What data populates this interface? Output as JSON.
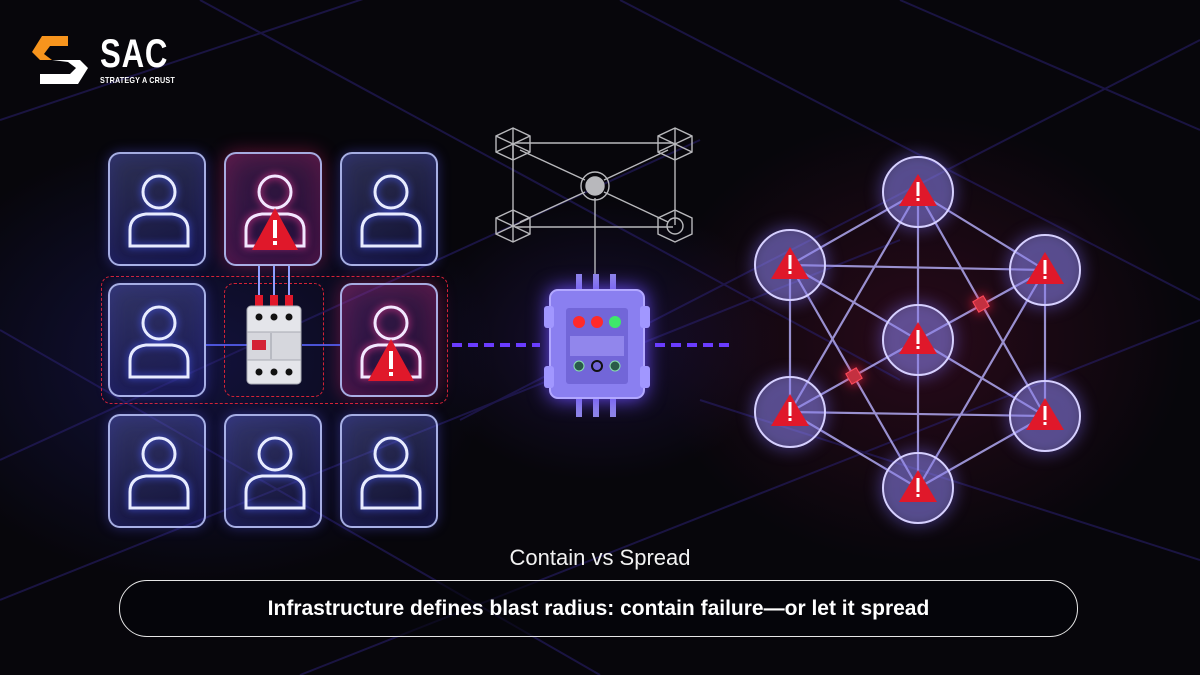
{
  "brand": {
    "name": "SAC",
    "tagline": "STRATEGY A CRUST",
    "colors": {
      "orange": "#f7941d",
      "white": "#ffffff"
    }
  },
  "left_panel": {
    "concept": "contained-failure",
    "tiles": [
      {
        "row": 0,
        "col": 0,
        "icon": "user-icon",
        "state": "normal"
      },
      {
        "row": 0,
        "col": 1,
        "icon": "user-icon",
        "state": "alert"
      },
      {
        "row": 0,
        "col": 2,
        "icon": "user-icon",
        "state": "normal"
      },
      {
        "row": 1,
        "col": 0,
        "icon": "user-icon",
        "state": "normal"
      },
      {
        "row": 1,
        "col": 1,
        "icon": "circuit-breaker-icon",
        "state": "isolator"
      },
      {
        "row": 1,
        "col": 2,
        "icon": "user-icon",
        "state": "alert"
      },
      {
        "row": 2,
        "col": 0,
        "icon": "user-icon",
        "state": "normal"
      },
      {
        "row": 2,
        "col": 1,
        "icon": "user-icon",
        "state": "normal"
      },
      {
        "row": 2,
        "col": 2,
        "icon": "user-icon",
        "state": "normal"
      }
    ]
  },
  "center_panel": {
    "network_icon": "network-topology-icon",
    "device_icon": "control-module-icon",
    "device_leds": [
      "red",
      "red",
      "green"
    ]
  },
  "right_panel": {
    "concept": "spreading-failure",
    "nodes": 7,
    "node_icon": "warning-icon"
  },
  "colors": {
    "accent_blue": "#4a5cff",
    "accent_purple": "#7a3cff",
    "alert_red": "#e0182a",
    "background": "#07060b"
  },
  "caption": "Contain vs Spread",
  "headline": "Infrastructure defines blast radius: contain failure—or let it spread"
}
